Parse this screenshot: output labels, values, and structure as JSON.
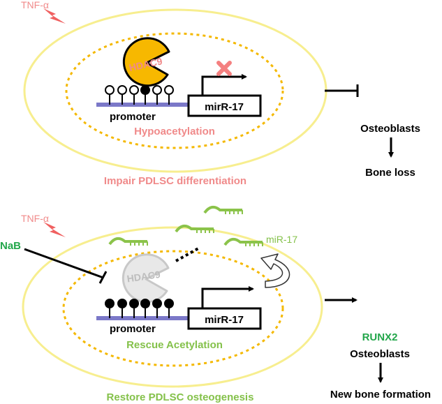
{
  "colors": {
    "cell_outline": "#F7EE8F",
    "nucleus_outline": "#F4B800",
    "dna": "#7B78C8",
    "hdac9_fill": "#F7B800",
    "hdac9_label": "#F08A8A",
    "hdac9_faded": "#D9D9D9",
    "cross": "#F48080",
    "pink_text": "#F08A8A",
    "green_text": "#84C14A",
    "nab_text": "#22A64A",
    "runx2_text": "#22A64A",
    "mirna": "#8BC34A",
    "lightning": "#F06060"
  },
  "top_panel": {
    "stimulus": "TNF-α",
    "enzyme": "HDAC9",
    "promoter_label": "promoter",
    "gene_label": "mirR-17",
    "state_label": "Hypoacetylation",
    "outcome": "Impair PDLSC differentiation",
    "side_effect_top": "Osteoblasts",
    "side_effect_bottom": "Bone loss"
  },
  "bottom_panel": {
    "stimulus": "TNF-α",
    "inhibitor": "NaB",
    "enzyme": "HDAC9",
    "promoter_label": "promoter",
    "gene_label": "mirR-17",
    "mirna_label": "miR-17",
    "state_label": "Rescue Acetylation",
    "outcome": "Restore PDLSC osteogenesis",
    "factor": "RUNX2",
    "side_effect_top": "Osteoblasts",
    "side_effect_bottom": "New bone formation"
  },
  "icons": {
    "lightning": "lightning-bolt-icon",
    "cross": "cross-mark-icon",
    "curved_arrow": "curved-arrow-icon",
    "mirna": "mirna-strand-icon"
  }
}
